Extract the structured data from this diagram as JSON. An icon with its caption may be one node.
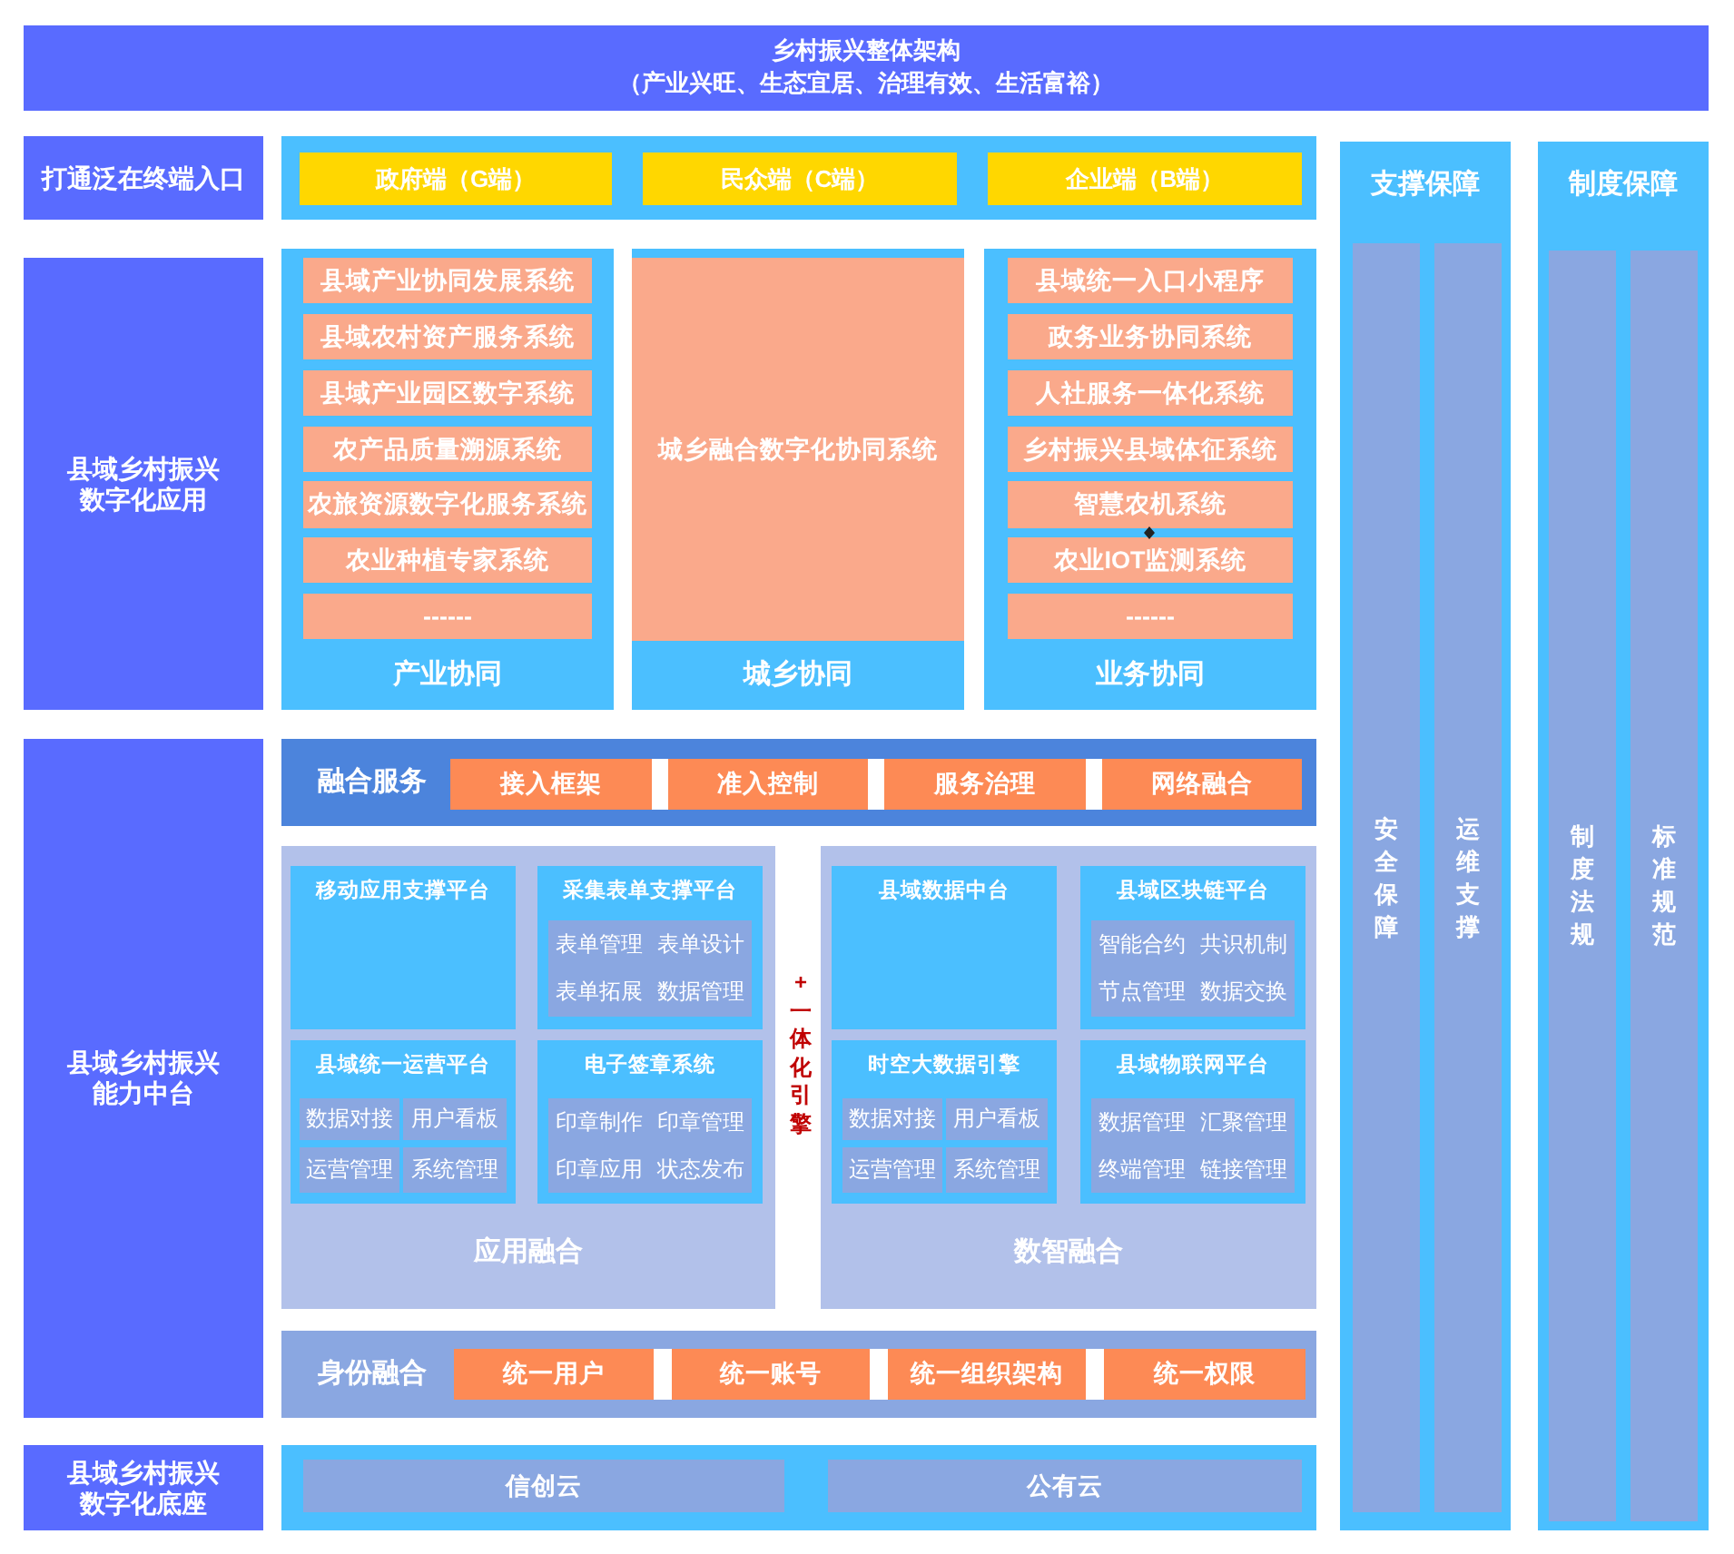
{
  "diagram": {
    "nodes": [
      {
        "text": [
          "乡村振兴整体架构",
          "（产业兴旺、生态宜居、治理有效、生活富裕）"
        ]
      },
      {
        "text": [
          "打通泛在终端入口"
        ]
      },
      {
        "text": [],
        "shape": "box"
      },
      {
        "text": [
          "政府端（G端）"
        ],
        "in": 2
      },
      {
        "text": [
          "民众端（C端）"
        ],
        "in": 2
      },
      {
        "text": [
          "企业端（B端）"
        ],
        "in": 2
      },
      {
        "text": [
          "县域乡村振兴数字化应用"
        ]
      },
      {
        "text": [
          "产业协同"
        ]
      },
      {
        "text": [
          "县域产业协同发展系统"
        ],
        "in": 7
      },
      {
        "text": [
          "县域农村资产服务系统"
        ],
        "in": 7
      },
      {
        "text": [
          "县域产业园区数字系统"
        ],
        "in": 7
      },
      {
        "text": [
          "农产品质量溯源系统"
        ],
        "in": 7
      },
      {
        "text": [
          "农旅资源数字化服务系统"
        ],
        "in": 7
      },
      {
        "text": [
          "农业种植专家系统"
        ],
        "in": 7
      },
      {
        "text": [
          "------"
        ],
        "in": 7
      },
      {
        "text": [
          "城乡协同"
        ]
      },
      {
        "text": [
          "城乡融合数字化协同系统"
        ],
        "in": 15
      },
      {
        "text": [
          "业务协同"
        ]
      },
      {
        "text": [
          "县域统一入口小程序"
        ],
        "in": 17
      },
      {
        "text": [
          "政务业务协同系统"
        ],
        "in": 17
      },
      {
        "text": [
          "人社服务一体化系统"
        ],
        "in": 17
      },
      {
        "text": [
          "乡村振兴县域体征系统"
        ],
        "in": 17
      },
      {
        "text": [
          "智慧农机系统"
        ],
        "in": 17
      },
      {
        "text": [
          "农业IOT监测系统"
        ],
        "in": 17
      },
      {
        "text": [
          "------"
        ],
        "in": 17
      },
      {
        "text": [
          "县域乡村振兴能力中台"
        ]
      },
      {
        "text": [
          "融合服务"
        ]
      },
      {
        "text": [
          "接入框架"
        ],
        "in": 26
      },
      {
        "text": [
          "准入控制"
        ],
        "in": 26
      },
      {
        "text": [
          "服务治理"
        ],
        "in": 26
      },
      {
        "text": [
          "网络融合"
        ],
        "in": 26
      },
      {
        "text": [
          "应用融合"
        ]
      },
      {
        "text": [
          "移动应用支撑平台"
        ],
        "in": 31
      },
      {
        "text": [
          "采集表单支撑平台"
        ],
        "in": 31
      },
      {
        "text": [
          "表单管理",
          "表单设计",
          "表单拓展",
          "数据管理"
        ],
        "in": 33
      },
      {
        "text": [
          "县域统一运营平台"
        ],
        "in": 31
      },
      {
        "text": [
          "数据对接"
        ],
        "in": 35
      },
      {
        "text": [
          "用户看板"
        ],
        "in": 35
      },
      {
        "text": [
          "运营管理"
        ],
        "in": 35
      },
      {
        "text": [
          "系统管理"
        ],
        "in": 35
      },
      {
        "text": [
          "电子签章系统"
        ],
        "in": 31
      },
      {
        "text": [
          "印章制作",
          "印章管理",
          "印章应用",
          "状态发布"
        ],
        "in": 40
      },
      {
        "text": [
          "数智融合"
        ]
      },
      {
        "text": [
          "县域数据中台"
        ],
        "in": 42
      },
      {
        "text": [
          "县域区块链平台"
        ],
        "in": 42
      },
      {
        "text": [
          "智能合约",
          "共识机制",
          "节点管理",
          "数据交换"
        ],
        "in": 44
      },
      {
        "text": [
          "时空大数据引擎"
        ],
        "in": 42
      },
      {
        "text": [
          "数据对接"
        ],
        "in": 46
      },
      {
        "text": [
          "用户看板"
        ],
        "in": 46
      },
      {
        "text": [
          "运营管理"
        ],
        "in": 46
      },
      {
        "text": [
          "系统管理"
        ],
        "in": 46
      },
      {
        "text": [
          "县域物联网平台"
        ],
        "in": 42
      },
      {
        "text": [
          "数据管理",
          "汇聚管理",
          "终端管理",
          "链接管理"
        ],
        "in": 51
      },
      {
        "text": [
          "身份融合"
        ]
      },
      {
        "text": [
          "统一用户"
        ],
        "in": 53
      },
      {
        "text": [
          "统一账号"
        ],
        "in": 53
      },
      {
        "text": [
          "统一组织架构"
        ],
        "in": 53
      },
      {
        "text": [
          "统一权限"
        ],
        "in": 53
      },
      {
        "text": [
          "县域乡村振兴数字化底座"
        ]
      },
      {
        "text": [],
        "shape": "box"
      },
      {
        "text": [
          "信创云"
        ],
        "in": 59
      },
      {
        "text": [
          "公有云"
        ],
        "in": 59
      },
      {
        "text": [
          "支撑保障"
        ]
      },
      {
        "text": [
          "安全保障"
        ],
        "in": 62
      },
      {
        "text": [
          "运维支撑"
        ],
        "in": 62
      },
      {
        "text": [
          "制度保障"
        ]
      },
      {
        "text": [
          "制度法规"
        ],
        "in": 65
      },
      {
        "text": [
          "标准规范"
        ],
        "in": 65
      }
    ],
    "labels": [
      "+一体化引擎"
    ]
  }
}
